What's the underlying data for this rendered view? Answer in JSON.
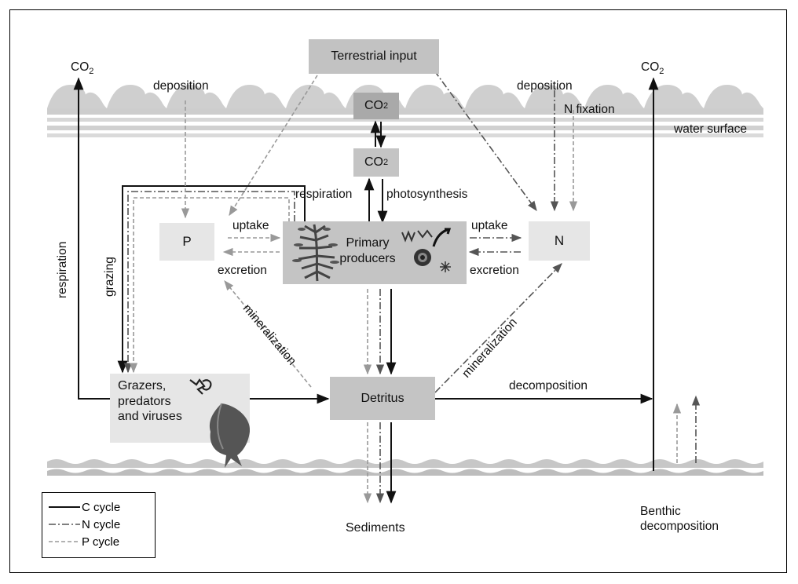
{
  "nodes": {
    "terrestrial": "Terrestrial input",
    "co2_air_left": "CO",
    "co2_air_right": "CO",
    "co2_water_top": "CO",
    "co2_water": "CO",
    "co2_sub": "2",
    "p": "P",
    "n": "N",
    "primary_producers": "Primary\nproducers",
    "grazers": "Grazers,\npredators\nand viruses",
    "detritus": "Detritus",
    "sediments": "Sediments",
    "benthic": "Benthic\ndecomposition"
  },
  "labels": {
    "deposition_left": "deposition",
    "deposition_right": "deposition",
    "n_fixation": "N fixation",
    "water_surface": "water surface",
    "respiration_top": "respiration",
    "photosynthesis": "photosynthesis",
    "uptake_p": "uptake",
    "excretion_p": "excretion",
    "uptake_n": "uptake",
    "excretion_n": "excretion",
    "respiration_side": "respiration",
    "grazing": "grazing",
    "mineralization_left": "mineralization",
    "mineralization_right": "mineralization",
    "decomposition": "decomposition"
  },
  "legend": [
    {
      "label": "C cycle",
      "style": "solid",
      "color": "#111111"
    },
    {
      "label": "N cycle",
      "style": "dash-dot",
      "color": "#555555"
    },
    {
      "label": "P cycle",
      "style": "dashed",
      "color": "#999999"
    }
  ],
  "colors": {
    "box_dark": "#c0c0c0",
    "box_light": "#e7e7e7",
    "water": "#c8c8c8"
  }
}
